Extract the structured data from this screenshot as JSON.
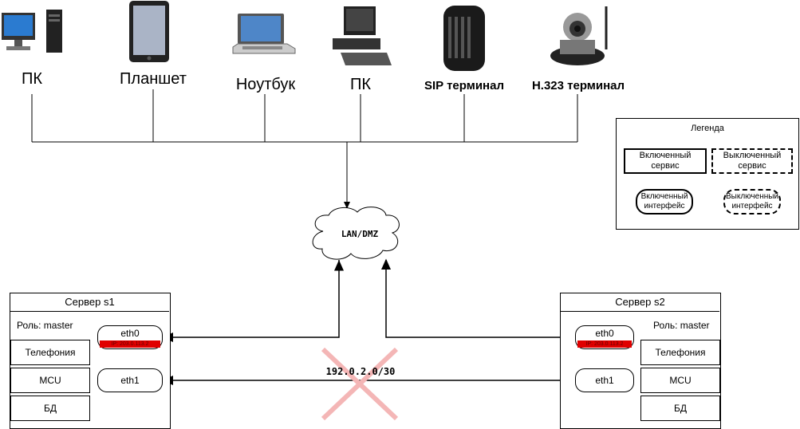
{
  "devices": [
    {
      "label": "ПК",
      "icon": "desktop-pc-icon"
    },
    {
      "label": "Планшет",
      "icon": "tablet-icon"
    },
    {
      "label": "Ноутбук",
      "icon": "laptop-icon"
    },
    {
      "label": "ПК",
      "icon": "desktop-pc-icon"
    },
    {
      "label": "SIP терминал",
      "icon": "sip-terminal-icon"
    },
    {
      "label": "H.323 терминал",
      "icon": "h323-camera-icon"
    }
  ],
  "cloud": {
    "label": "LAN/DMZ"
  },
  "legend": {
    "title": "Легенда",
    "service_on": "Включенный сервис",
    "service_off": "Выключенный сервис",
    "iface_on": "Включенный интерфейс",
    "iface_off": "Выключенный интерфейс"
  },
  "server1": {
    "title": "Сервер s1",
    "role": "Роль: master",
    "services": [
      "Телефония",
      "MCU",
      "БД"
    ],
    "eth0": "eth0",
    "eth0_ip": "IP: 203.0.113.2",
    "eth1": "eth1"
  },
  "server2": {
    "title": "Сервер s2",
    "role": "Роль: master",
    "services": [
      "Телефония",
      "MCU",
      "БД"
    ],
    "eth0": "eth0",
    "eth0_ip": "IP: 203.0.113.2",
    "eth1": "eth1"
  },
  "link_label": "192.0.2.0/30",
  "colors": {
    "ip_bar": "#e00000",
    "cross": "#f4b6b6"
  }
}
